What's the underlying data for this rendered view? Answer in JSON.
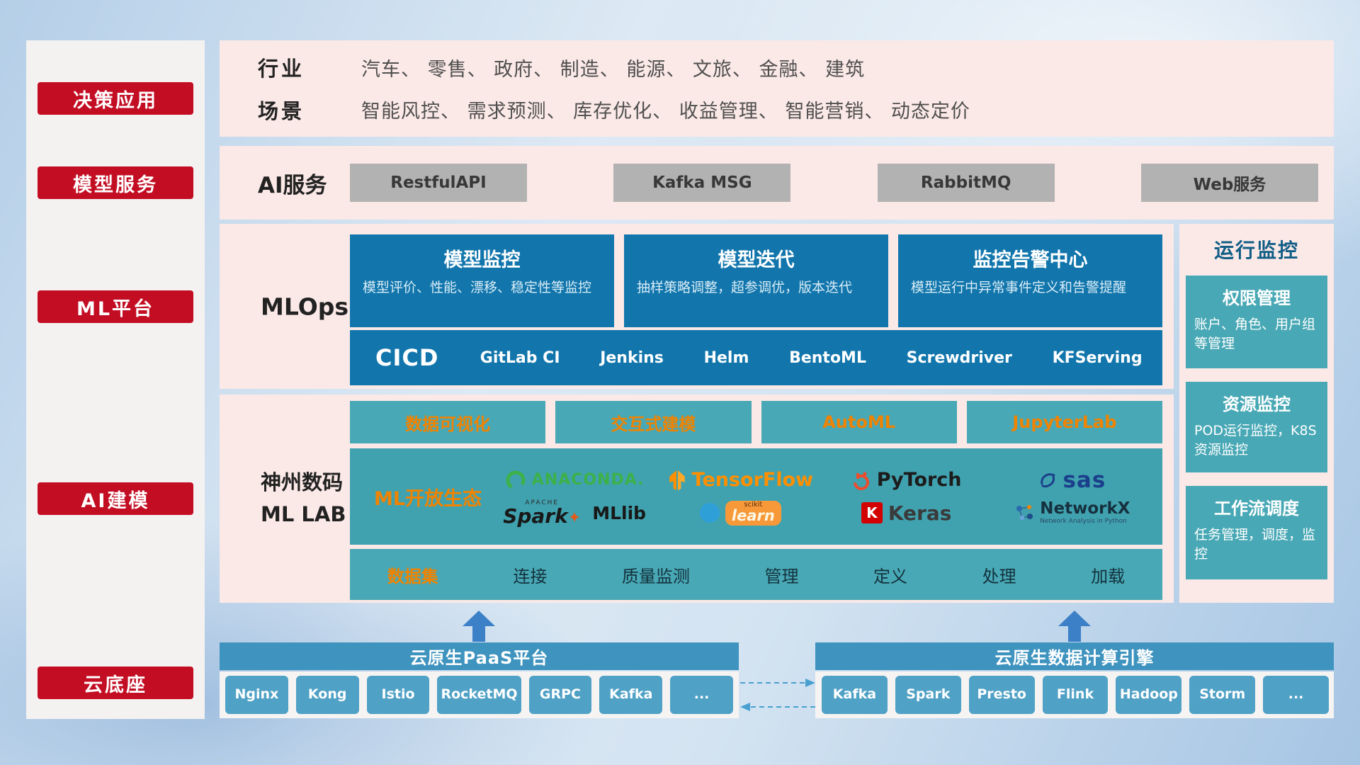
{
  "colors": {
    "accent_red": "#c30d23",
    "panel_pink": "#fbe9e7",
    "deep_blue": "#1276ac",
    "teal": "#48a8b5",
    "orange": "#f08300",
    "bar_blue": "#3e93bf",
    "gray_button": "#b2b2b2"
  },
  "sidebar": {
    "items": [
      "决策应用",
      "模型服务",
      "ML平台",
      "AI建模",
      "云底座"
    ]
  },
  "industry": {
    "rows": [
      {
        "label": "行业",
        "text": "汽车、 零售、 政府、 制造、 能源、 文旅、 金融、 建筑"
      },
      {
        "label": "场景",
        "text": "智能风控、 需求预测、 库存优化、 收益管理、 智能营销、 动态定价"
      }
    ]
  },
  "ai_service": {
    "label": "AI服务",
    "buttons": [
      "RestfulAPI",
      "Kafka MSG",
      "RabbitMQ",
      "Web服务"
    ]
  },
  "mlops": {
    "label": "MLOps",
    "cards": [
      {
        "title": "模型监控",
        "desc": "模型评价、性能、漂移、稳定性等监控"
      },
      {
        "title": "模型迭代",
        "desc": "抽样策略调整，超参调优，版本迭代"
      },
      {
        "title": "监控告警中心",
        "desc": "模型运行中异常事件定义和告警提醒"
      }
    ],
    "cicd": {
      "title": "CICD",
      "tools": [
        "GitLab CI",
        "Jenkins",
        "Helm",
        "BentoML",
        "Screwdriver",
        "KFServing"
      ]
    }
  },
  "ml_lab": {
    "label_line1": "神州数码",
    "label_line2": "ML LAB",
    "chips": [
      "数据可视化",
      "交互式建模",
      "AutoML",
      "JupyterLab"
    ],
    "ecosystem_label": "ML开放生态",
    "logos": {
      "anaconda": "ANACONDA.",
      "tensorflow": "TensorFlow",
      "pytorch": "PyTorch",
      "sas": "sas",
      "spark_small": "APACHE",
      "spark": "Spark",
      "spark_star": "✦",
      "mllib": "MLlib",
      "scikit_small": "scikit",
      "scikit": "learn",
      "keras_letter": "K",
      "keras": "Keras",
      "networkx": "NetworkX",
      "networkx_sub": "Network Analysis in Python"
    },
    "dataset": {
      "label": "数据集",
      "items": [
        "连接",
        "质量监测",
        "管理",
        "定义",
        "处理",
        "加载"
      ]
    }
  },
  "monitoring": {
    "title": "运行监控",
    "cards": [
      {
        "title": "权限管理",
        "desc": "账户、角色、用户组等管理"
      },
      {
        "title": "资源监控",
        "desc": "POD运行监控，K8S资源监控"
      },
      {
        "title": "工作流调度",
        "desc": "任务管理，调度，监控"
      }
    ]
  },
  "cloud_base": {
    "paas": {
      "title": "云原生PaaS平台",
      "items": [
        "Nginx",
        "Kong",
        "Istio",
        "RocketMQ",
        "GRPC",
        "Kafka",
        "..."
      ]
    },
    "data_engine": {
      "title": "云原生数据计算引擎",
      "items": [
        "Kafka",
        "Spark",
        "Presto",
        "Flink",
        "Hadoop",
        "Storm",
        "..."
      ]
    }
  }
}
